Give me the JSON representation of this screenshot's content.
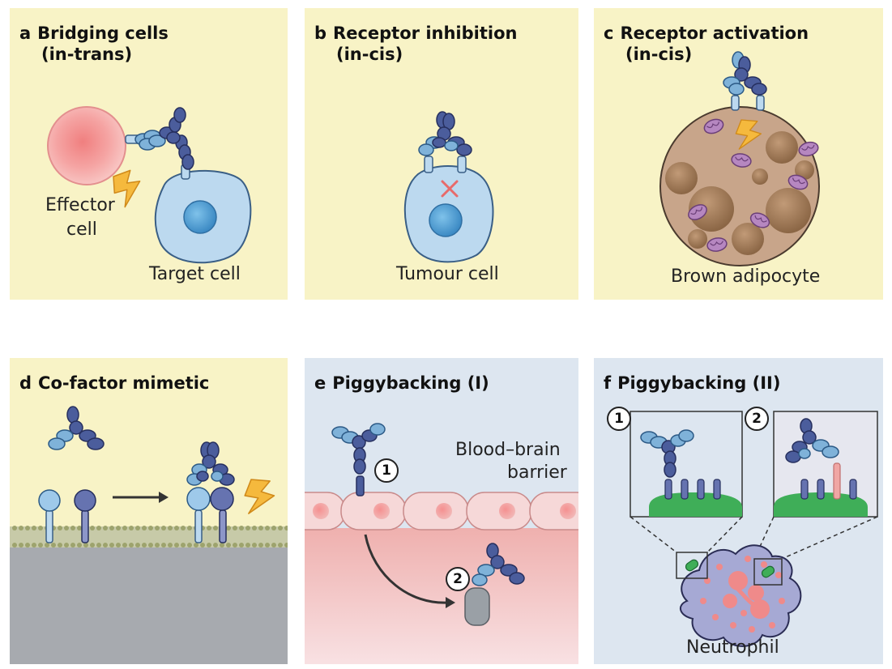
{
  "panels": [
    {
      "letter": "a",
      "title": "Bridging cells",
      "subtitle": "(in-trans)",
      "labels": [
        "Effector",
        "cell",
        "Target cell"
      ]
    },
    {
      "letter": "b",
      "title": "Receptor inhibition",
      "subtitle": "(in-cis)",
      "labels": [
        "Tumour cell"
      ]
    },
    {
      "letter": "c",
      "title": "Receptor activation",
      "subtitle": "(in-cis)",
      "labels": [
        "Brown adipocyte"
      ]
    },
    {
      "letter": "d",
      "title": "Co-factor mimetic",
      "subtitle": "",
      "labels": []
    },
    {
      "letter": "e",
      "title": "Piggybacking (I)",
      "subtitle": "",
      "labels": [
        "Blood–brain",
        "barrier"
      ],
      "steps": [
        "1",
        "2"
      ]
    },
    {
      "letter": "f",
      "title": "Piggybacking (II)",
      "subtitle": "",
      "labels": [
        "Neutrophil"
      ],
      "steps": [
        "1",
        "2"
      ]
    }
  ],
  "colors": {
    "yellow_bg": "#f8f3c6",
    "blue_bg": "#dde6f0",
    "antibody_light": "#7fb2d9",
    "antibody_dark": "#4b5d9c",
    "effector": "#f4a6a4",
    "target": "#bcd9ef",
    "adipocyte": "#c8a58a",
    "lightning": "#f5b93d"
  }
}
